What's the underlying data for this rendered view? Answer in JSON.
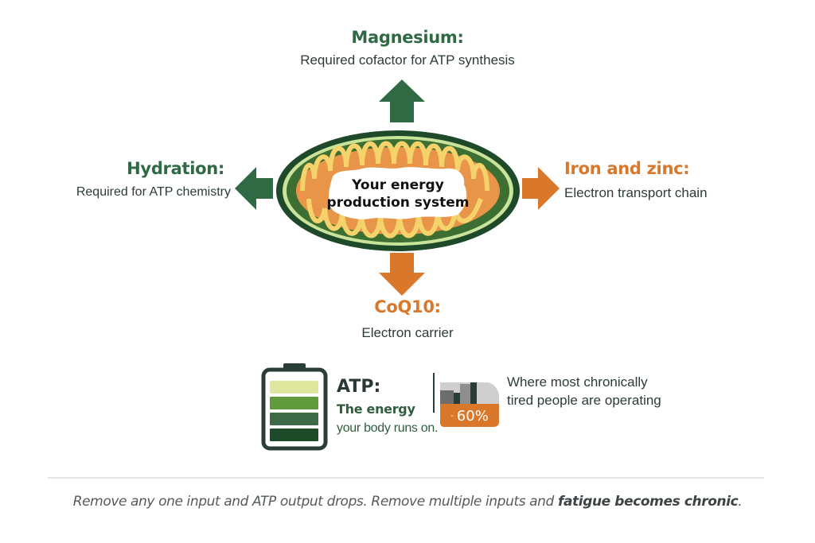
{
  "center": {
    "line1": "Your energy",
    "line2": "production system"
  },
  "inputs": {
    "magnesium": {
      "title": "Magnesium:",
      "desc": "Required cofactor for ATP synthesis",
      "direction": "up",
      "color": "#2f6a45"
    },
    "hydration": {
      "title": "Hydration:",
      "desc": "Required for ATP chemistry",
      "direction": "left",
      "color": "#2f6a45"
    },
    "iron_zinc": {
      "title": "Iron and zinc:",
      "desc": "Electron transport chain",
      "direction": "right",
      "color": "#d9782b"
    },
    "coq10": {
      "title": "CoQ10:",
      "desc": "Electron carrier",
      "direction": "down",
      "color": "#d9782b"
    }
  },
  "atp": {
    "title": "ATP:",
    "line1": "The energy",
    "line2": "your body runs on.",
    "battery_levels": 4
  },
  "stat": {
    "value": "60%",
    "prefix": "-",
    "description": "Where most chronically tired people are operating"
  },
  "footer": {
    "text_before": "Remove any one input and ATP output drops. Remove multiple inputs and ",
    "emphasis": "fatigue becomes chronic",
    "text_after": "."
  },
  "colors": {
    "dark_green": "#1f4a2a",
    "mid_green": "#2f6a45",
    "light_green": "#b8d98a",
    "orange": "#d9782b",
    "cristae_orange": "#e8954a",
    "cristae_yellow": "#f5d36a"
  }
}
